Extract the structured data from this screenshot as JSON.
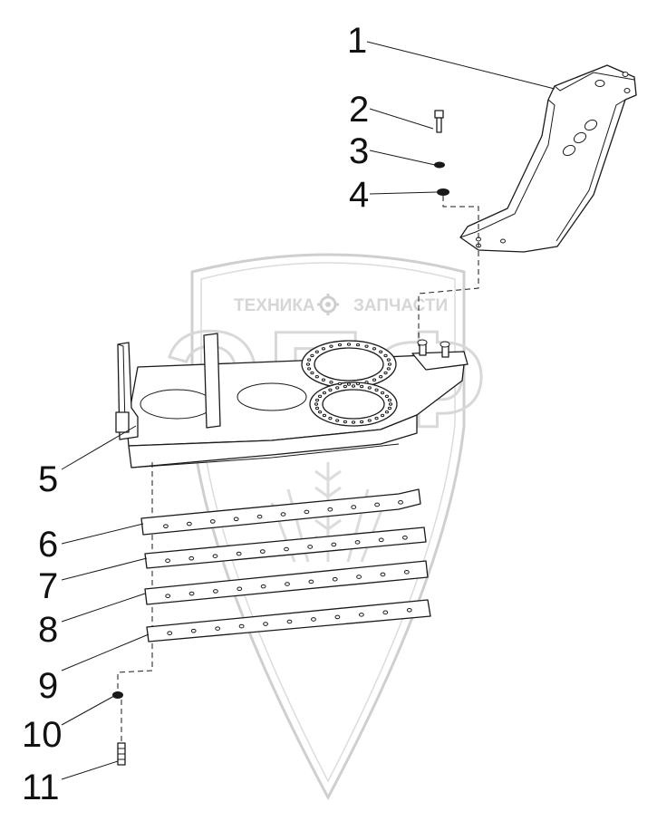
{
  "watermark": {
    "left_text": "ТЕХНИКА",
    "right_text": "ЗАПЧАСТИ",
    "logo_text": "ЭПФ",
    "logo_icon": "gear-icon"
  },
  "callouts": [
    "1",
    "2",
    "3",
    "4",
    "5",
    "6",
    "7",
    "8",
    "9",
    "10",
    "11"
  ],
  "colors": {
    "line": "#1a1a1a",
    "watermark": "#d6d6d6",
    "background": "#ffffff"
  }
}
